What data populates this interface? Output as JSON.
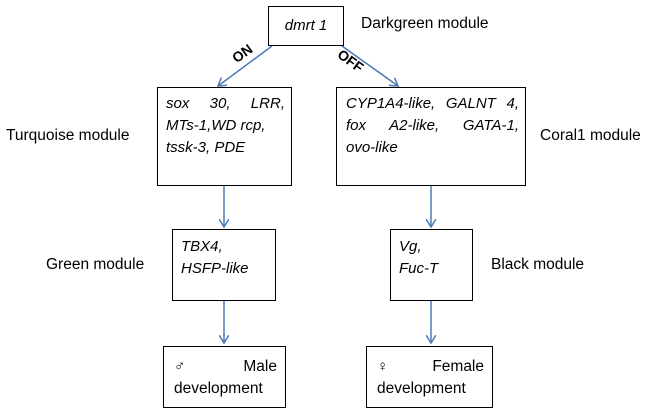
{
  "top": {
    "gene": "dmrt 1",
    "module": "Darkgreen module"
  },
  "edges": {
    "on": "ON",
    "off": "OFF"
  },
  "left": {
    "level1": {
      "genes": [
        "sox 30, LRR,",
        "MTs-1,WD rcp,",
        "tssk-3, PDE"
      ],
      "module": "Turquoise module"
    },
    "level2": {
      "genes": [
        "TBX4,",
        "HSFP-like"
      ],
      "module": "Green module"
    },
    "outcome": {
      "symbol": "♂",
      "line1": "Male",
      "line2": "development"
    }
  },
  "right": {
    "level1": {
      "genes": [
        "CYP1A4-like, GALNT 4,",
        "fox A2-like, GATA-1,",
        "ovo-like"
      ],
      "module": "Coral1 module"
    },
    "level2": {
      "genes": [
        "Vg,",
        "Fuc-T"
      ],
      "module": "Black module"
    },
    "outcome": {
      "symbol": "♀",
      "line1": "Female",
      "line2": "development"
    }
  },
  "colors": {
    "arrow": "#4a7ab5",
    "border": "#000000"
  }
}
